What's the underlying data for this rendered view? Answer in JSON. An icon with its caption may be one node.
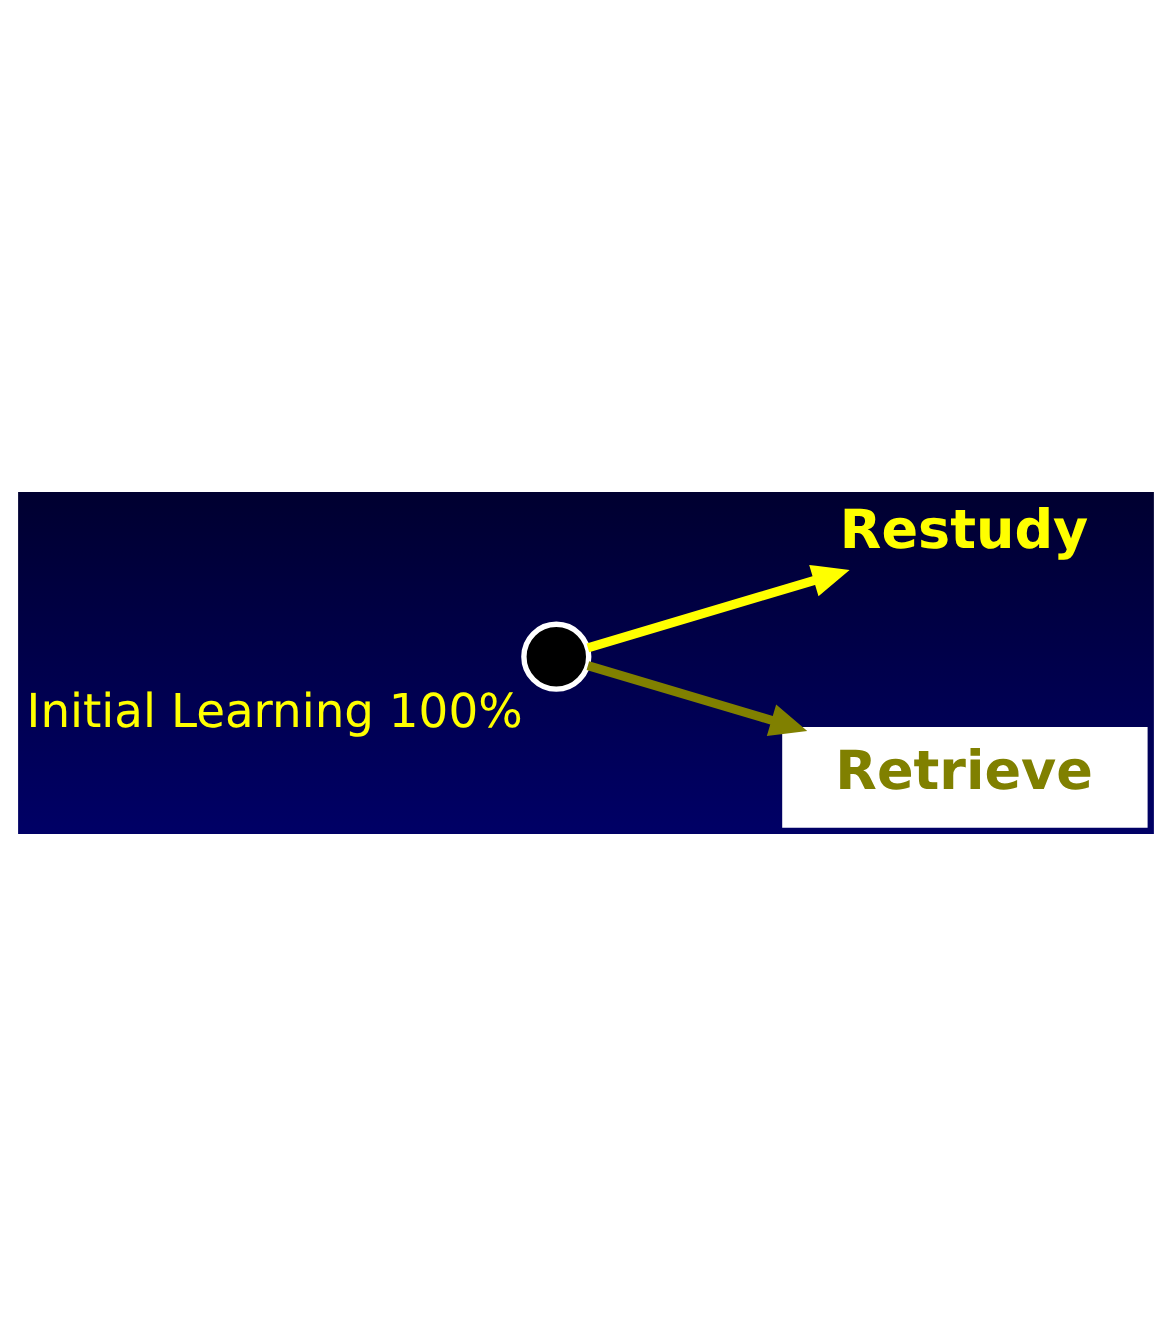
{
  "diagram": {
    "nodes": [
      {
        "text": [],
        "shape": "circle",
        "beside": [
          "Initial Learning 100%"
        ]
      },
      {
        "text": [
          "Restudy"
        ]
      },
      {
        "text": [
          "Retrieve"
        ]
      }
    ],
    "edges": [
      {
        "from": 0,
        "to": 1,
        "arrow": "to",
        "color": "#ffff00"
      },
      {
        "from": 0,
        "to": 2,
        "arrow": "to",
        "color": "#808000"
      }
    ]
  }
}
